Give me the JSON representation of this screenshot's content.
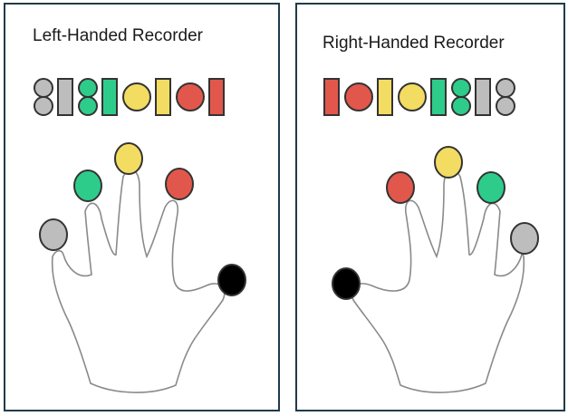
{
  "panels": [
    {
      "title": "Left-Handed Recorder"
    },
    {
      "title": "Right-Handed Recorder"
    }
  ],
  "colors": {
    "gray": "#bdbdbd",
    "green": "#2ecc8a",
    "yellow": "#f2dc62",
    "red": "#e2574c",
    "thumb": "#000000",
    "outline": "#333333",
    "hand_stroke": "#8a8a8a",
    "border": "#1f3b4a"
  },
  "legend_items": {
    "left": [
      "gray-double-hole",
      "gray-bar",
      "green-double-hole",
      "green-bar",
      "yellow-hole",
      "yellow-bar",
      "red-hole",
      "red-bar"
    ],
    "right": [
      "red-bar",
      "red-hole",
      "yellow-bar",
      "yellow-hole",
      "green-bar",
      "green-double-hole",
      "gray-bar",
      "gray-double-hole"
    ]
  },
  "fingertips": {
    "left": [
      "gray",
      "green",
      "yellow",
      "red",
      "thumb"
    ],
    "right": [
      "thumb",
      "red",
      "yellow",
      "green",
      "gray"
    ]
  }
}
